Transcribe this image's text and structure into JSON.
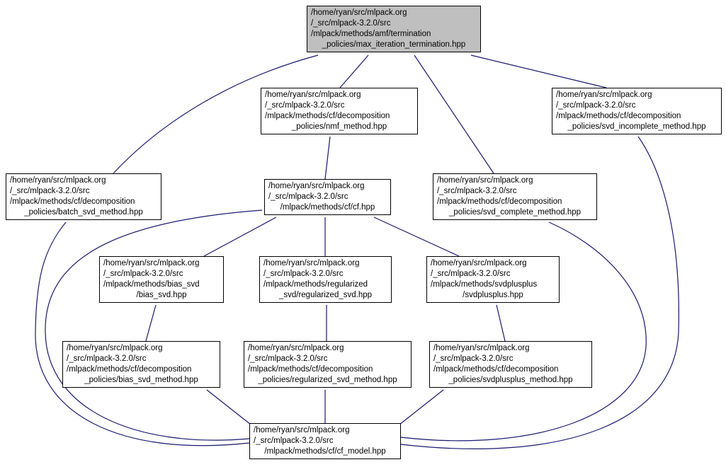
{
  "diagram": {
    "type": "include-dependency-graph",
    "background": "#ffffff",
    "arrow_color": "#191970",
    "node_border_color": "#000000",
    "node_fill": "#ffffff",
    "highlight_fill": "#bfbfbf"
  },
  "nodes": [
    {
      "id": "max_iteration_termination",
      "highlighted": true,
      "lines": [
        "/home/ryan/src/mlpack.org",
        "/_src/mlpack-3.2.0/src",
        "/mlpack/methods/amf/termination",
        "_policies/max_iteration_termination.hpp"
      ]
    },
    {
      "id": "nmf_method",
      "highlighted": false,
      "lines": [
        "/home/ryan/src/mlpack.org",
        "/_src/mlpack-3.2.0/src",
        "/mlpack/methods/cf/decomposition",
        "_policies/nmf_method.hpp"
      ]
    },
    {
      "id": "svd_incomplete_method",
      "highlighted": false,
      "lines": [
        "/home/ryan/src/mlpack.org",
        "/_src/mlpack-3.2.0/src",
        "/mlpack/methods/cf/decomposition",
        "_policies/svd_incomplete_method.hpp"
      ]
    },
    {
      "id": "batch_svd_method",
      "highlighted": false,
      "lines": [
        "/home/ryan/src/mlpack.org",
        "/_src/mlpack-3.2.0/src",
        "/mlpack/methods/cf/decomposition",
        "_policies/batch_svd_method.hpp"
      ]
    },
    {
      "id": "cf",
      "highlighted": false,
      "lines": [
        "/home/ryan/src/mlpack.org",
        "/_src/mlpack-3.2.0/src",
        "/mlpack/methods/cf/cf.hpp"
      ]
    },
    {
      "id": "svd_complete_method",
      "highlighted": false,
      "lines": [
        "/home/ryan/src/mlpack.org",
        "/_src/mlpack-3.2.0/src",
        "/mlpack/methods/cf/decomposition",
        "_policies/svd_complete_method.hpp"
      ]
    },
    {
      "id": "bias_svd",
      "highlighted": false,
      "lines": [
        "/home/ryan/src/mlpack.org",
        "/_src/mlpack-3.2.0/src",
        "/mlpack/methods/bias_svd",
        "/bias_svd.hpp"
      ]
    },
    {
      "id": "regularized_svd",
      "highlighted": false,
      "lines": [
        "/home/ryan/src/mlpack.org",
        "/_src/mlpack-3.2.0/src",
        "/mlpack/methods/regularized",
        "_svd/regularized_svd.hpp"
      ]
    },
    {
      "id": "svdplusplus",
      "highlighted": false,
      "lines": [
        "/home/ryan/src/mlpack.org",
        "/_src/mlpack-3.2.0/src",
        "/mlpack/methods/svdplusplus",
        "/svdplusplus.hpp"
      ]
    },
    {
      "id": "bias_svd_method",
      "highlighted": false,
      "lines": [
        "/home/ryan/src/mlpack.org",
        "/_src/mlpack-3.2.0/src",
        "/mlpack/methods/cf/decomposition",
        "_policies/bias_svd_method.hpp"
      ]
    },
    {
      "id": "regularized_svd_method",
      "highlighted": false,
      "lines": [
        "/home/ryan/src/mlpack.org",
        "/_src/mlpack-3.2.0/src",
        "/mlpack/methods/cf/decomposition",
        "_policies/regularized_svd_method.hpp"
      ]
    },
    {
      "id": "svdplusplus_method",
      "highlighted": false,
      "lines": [
        "/home/ryan/src/mlpack.org",
        "/_src/mlpack-3.2.0/src",
        "/mlpack/methods/cf/decomposition",
        "_policies/svdplusplus_method.hpp"
      ]
    },
    {
      "id": "cf_model",
      "highlighted": false,
      "lines": [
        "/home/ryan/src/mlpack.org",
        "/_src/mlpack-3.2.0/src",
        "/mlpack/methods/cf/cf_model.hpp"
      ]
    }
  ],
  "edges": [
    {
      "from": "nmf_method",
      "to": "max_iteration_termination"
    },
    {
      "from": "batch_svd_method",
      "to": "max_iteration_termination"
    },
    {
      "from": "svd_complete_method",
      "to": "max_iteration_termination"
    },
    {
      "from": "svd_incomplete_method",
      "to": "max_iteration_termination"
    },
    {
      "from": "cf",
      "to": "nmf_method"
    },
    {
      "from": "bias_svd",
      "to": "cf"
    },
    {
      "from": "regularized_svd",
      "to": "cf"
    },
    {
      "from": "svdplusplus",
      "to": "cf"
    },
    {
      "from": "bias_svd_method",
      "to": "bias_svd"
    },
    {
      "from": "regularized_svd_method",
      "to": "regularized_svd"
    },
    {
      "from": "svdplusplus_method",
      "to": "svdplusplus"
    },
    {
      "from": "cf_model",
      "to": "bias_svd_method"
    },
    {
      "from": "cf_model",
      "to": "regularized_svd_method"
    },
    {
      "from": "cf_model",
      "to": "svdplusplus_method"
    },
    {
      "from": "cf_model",
      "to": "batch_svd_method"
    },
    {
      "from": "cf_model",
      "to": "cf"
    },
    {
      "from": "cf_model",
      "to": "svd_complete_method"
    },
    {
      "from": "cf_model",
      "to": "svd_incomplete_method"
    }
  ]
}
